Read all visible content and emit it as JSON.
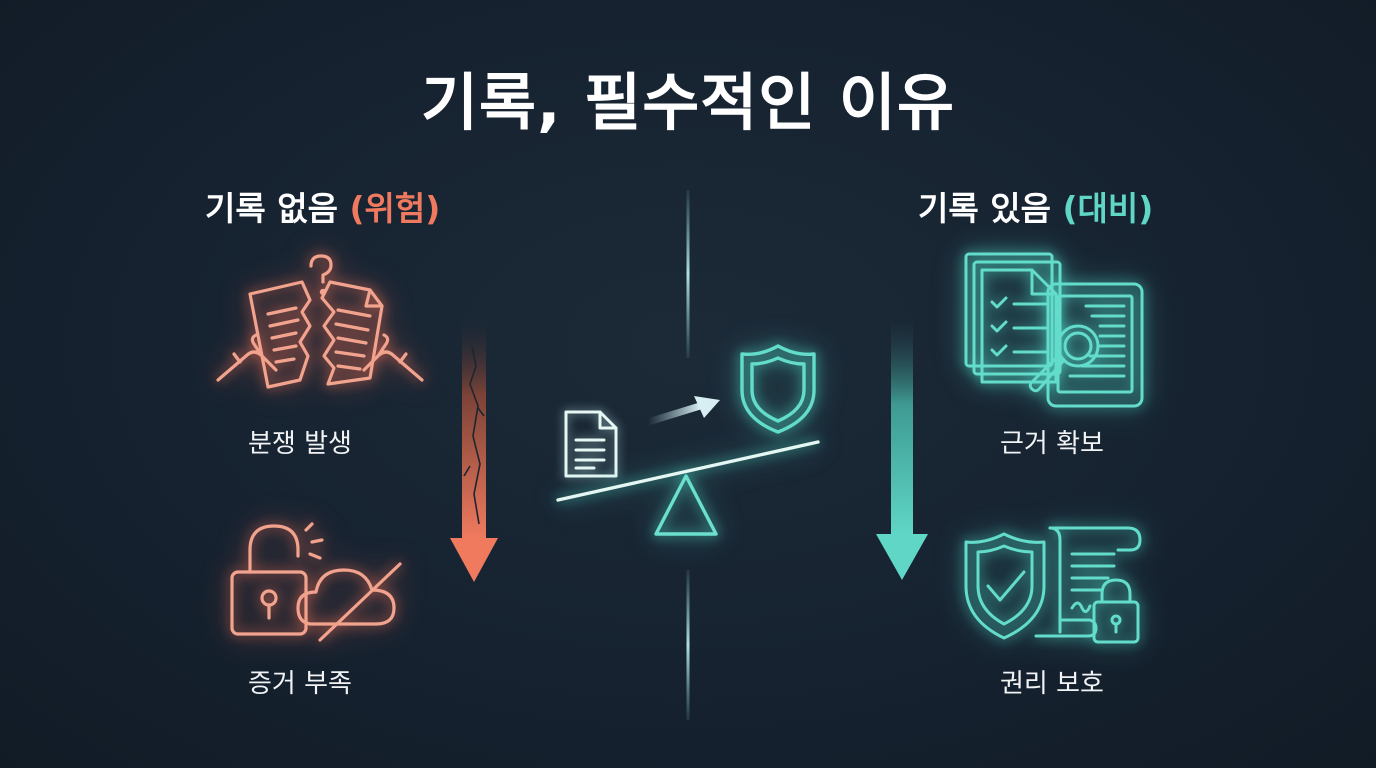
{
  "title": "기록, 필수적인 이유",
  "left": {
    "heading": "기록 없음",
    "heading_tag": "(위험)",
    "accent": "#ef7a60",
    "items": [
      {
        "label": "분쟁 발생",
        "icon": "torn-document-icon"
      },
      {
        "label": "증거 부족",
        "icon": "unlocked-padlock-crossed-cloud-icon"
      }
    ]
  },
  "right": {
    "heading": "기록 있음",
    "heading_tag": "(대비)",
    "accent": "#5fd6c6",
    "items": [
      {
        "label": "근거 확보",
        "icon": "documents-magnifier-icon"
      },
      {
        "label": "권리 보호",
        "icon": "shield-check-contract-lock-icon"
      }
    ]
  },
  "center": {
    "icons": [
      "document-icon",
      "arrow-right-icon",
      "shield-icon",
      "balance-scale-icon"
    ]
  }
}
